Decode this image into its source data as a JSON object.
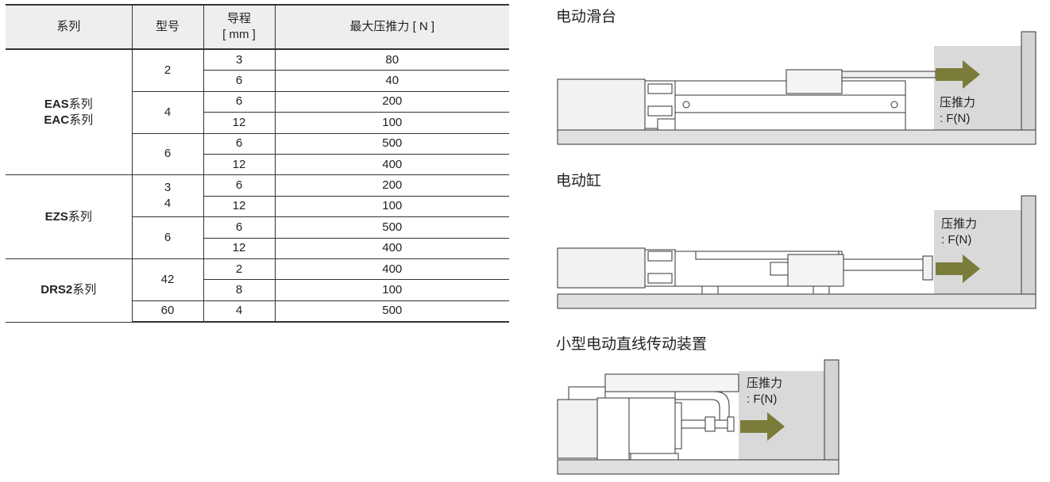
{
  "table": {
    "headers": {
      "series": "系列",
      "model": "型号",
      "lead_line1": "导程",
      "lead_line2": "[ mm ]",
      "thrust": "最大压推力 [ N ]"
    },
    "groups": [
      {
        "series": [
          {
            "code": "EAS",
            "suffix": "系列"
          },
          {
            "code": "EAC",
            "suffix": "系列"
          }
        ],
        "models": [
          {
            "model": [
              "2"
            ],
            "rows": [
              {
                "lead": "3",
                "thrust": "80"
              },
              {
                "lead": "6",
                "thrust": "40"
              }
            ]
          },
          {
            "model": [
              "4"
            ],
            "rows": [
              {
                "lead": "6",
                "thrust": "200"
              },
              {
                "lead": "12",
                "thrust": "100"
              }
            ]
          },
          {
            "model": [
              "6"
            ],
            "rows": [
              {
                "lead": "6",
                "thrust": "500"
              },
              {
                "lead": "12",
                "thrust": "400"
              }
            ]
          }
        ]
      },
      {
        "series": [
          {
            "code": "EZS",
            "suffix": "系列"
          }
        ],
        "models": [
          {
            "model": [
              "3",
              "4"
            ],
            "rows": [
              {
                "lead": "6",
                "thrust": "200"
              },
              {
                "lead": "12",
                "thrust": "100"
              }
            ]
          },
          {
            "model": [
              "6"
            ],
            "rows": [
              {
                "lead": "6",
                "thrust": "500"
              },
              {
                "lead": "12",
                "thrust": "400"
              }
            ]
          }
        ]
      },
      {
        "series": [
          {
            "code": "DRS2",
            "suffix": "系列"
          }
        ],
        "models": [
          {
            "model": [
              "42"
            ],
            "rows": [
              {
                "lead": "2",
                "thrust": "400"
              },
              {
                "lead": "8",
                "thrust": "100"
              }
            ]
          },
          {
            "model": [
              "60"
            ],
            "rows": [
              {
                "lead": "4",
                "thrust": "500"
              }
            ]
          }
        ]
      }
    ]
  },
  "diagrams": {
    "slider": {
      "title": "电动滑台",
      "label_line1": "压推力",
      "label_line2": ": F(N)"
    },
    "cylinder": {
      "title": "电动缸",
      "label_line1": "压推力",
      "label_line2": ": F(N)"
    },
    "compact": {
      "title": "小型电动直线传动装置",
      "label_line1": "压推力",
      "label_line2": ": F(N)"
    }
  },
  "colors": {
    "arrow": "#7b7b3a",
    "wall_fill": "#d9d9d9",
    "base_fill": "#e0e0e0",
    "line": "#333333"
  }
}
